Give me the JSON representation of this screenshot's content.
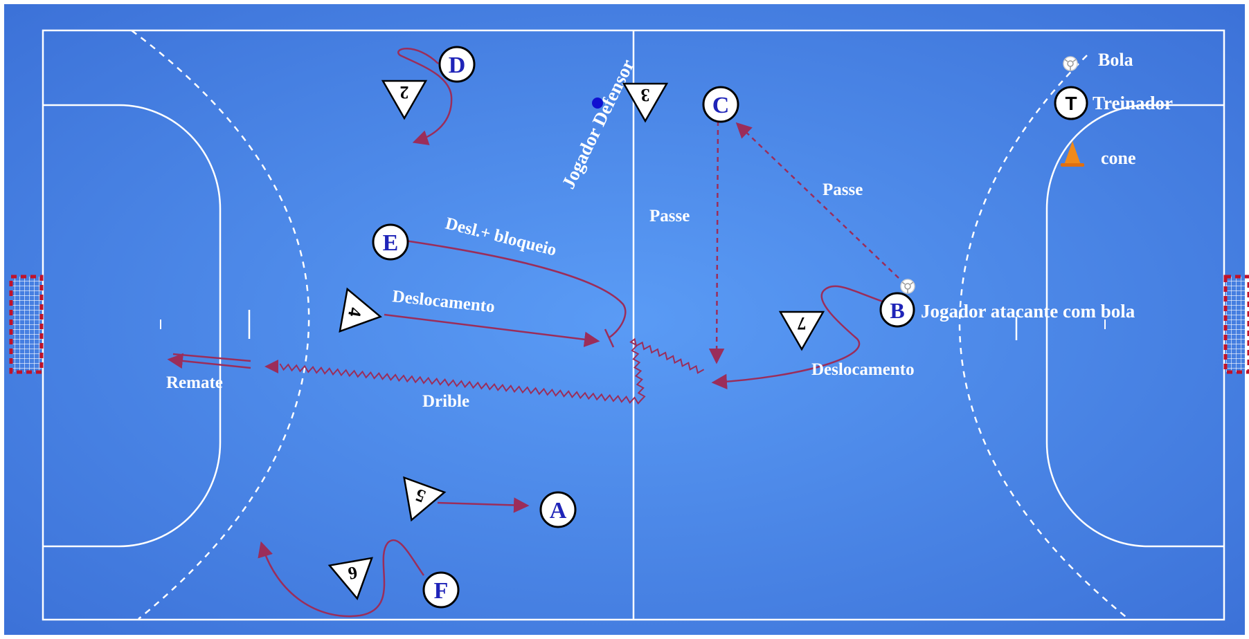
{
  "attackers": [
    {
      "id": "A",
      "label": "A"
    },
    {
      "id": "B",
      "label": "B"
    },
    {
      "id": "C",
      "label": "C"
    },
    {
      "id": "D",
      "label": "D"
    },
    {
      "id": "E",
      "label": "E"
    },
    {
      "id": "F",
      "label": "F"
    }
  ],
  "defenders": [
    {
      "id": "d2",
      "label": "2"
    },
    {
      "id": "d3",
      "label": "3"
    },
    {
      "id": "d4",
      "label": "4"
    },
    {
      "id": "d5",
      "label": "5"
    },
    {
      "id": "d6",
      "label": "6"
    },
    {
      "id": "d7",
      "label": "7"
    }
  ],
  "labels": {
    "jogador_defensor": "Jogador Defensor",
    "jogador_atacante": "Jogador atacante com bola",
    "passe_vertical": "Passe",
    "passe_diagonal": "Passe",
    "desl_bloqueio": "Desl.+ bloqueio",
    "deslocamento_left": "Deslocamento",
    "deslocamento_right": "Deslocamento",
    "remate": "Remate",
    "drible": "Drible"
  },
  "legend": {
    "ball": "Bola",
    "coach_symbol": "T",
    "coach": "Treinador",
    "cone": "cone"
  },
  "colors": {
    "court": "#4f8ff0",
    "court_edge": "#3f72d8",
    "lines": "#ffffff",
    "movement": "#9b2d5a",
    "attacker_text": "#1f24b8",
    "goal_red": "#c0122a",
    "cone": "#f08a1a",
    "defender_dot": "#1010d0"
  }
}
